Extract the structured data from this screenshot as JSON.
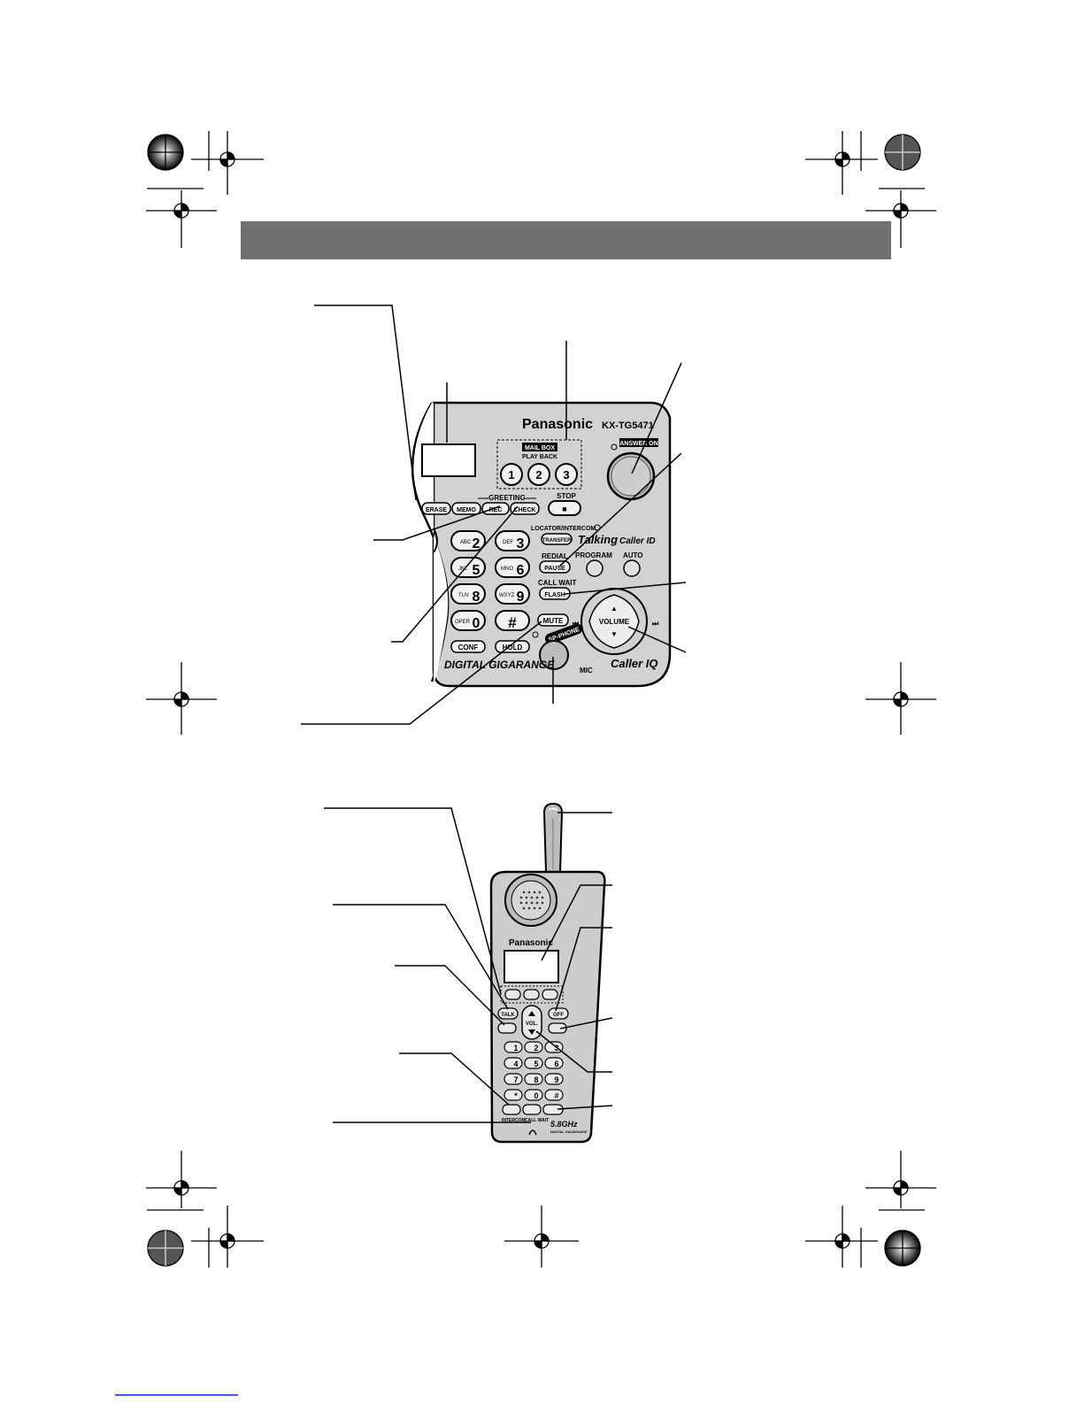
{
  "base_unit": {
    "brand": "Panasonic",
    "model": "KX-TG5471",
    "mailbox_title": "MAIL BOX",
    "playback_label": "PLAY BACK",
    "mailbox_buttons": [
      "1",
      "2",
      "3"
    ],
    "answer_on_label": "ANSWER ON",
    "stop_label": "STOP",
    "stop_symbol": "■",
    "greeting_label": "GREETING",
    "erase_label": "ERASE",
    "memo_label": "MEMO",
    "rec_label": "REC",
    "check_label": "CHECK",
    "keypad": [
      {
        "letters": "ABC",
        "digit": "2"
      },
      {
        "letters": "DEF",
        "digit": "3"
      },
      {
        "letters": "JKL",
        "digit": "5"
      },
      {
        "letters": "MNO",
        "digit": "6"
      },
      {
        "letters": "TUV",
        "digit": "8"
      },
      {
        "letters": "WXYZ",
        "digit": "9"
      },
      {
        "letters": "OPER",
        "digit": "0"
      },
      {
        "letters": "",
        "digit": "#"
      }
    ],
    "locator_label": "LOCATOR/INTERCOM",
    "transfer_label": "TRANSFER",
    "talking_label": "Talking",
    "caller_id_label": "Caller ID",
    "redial_label": "REDIAL",
    "pause_label": "PAUSE",
    "program_label": "PROGRAM",
    "auto_label": "AUTO",
    "call_wait_label": "CALL WAIT",
    "flash_label": "FLASH",
    "mute_label": "MUTE",
    "volume_label": "VOLUME",
    "vol_up": "▲",
    "vol_down": "▼",
    "skip_back": "⏮",
    "skip_fwd": "⏭",
    "conf_label": "CONF",
    "hold_label": "HOLD",
    "spphone_label": "SP-PHONE",
    "mic_label": "MIC",
    "range_label": "DIGITAL GIGARANGE",
    "caller_iq_label": "Caller IQ"
  },
  "handset": {
    "brand": "Panasonic",
    "talk_label": "TALK",
    "off_label": "OFF",
    "vol_label": "VOL.",
    "keys": [
      "1",
      "2",
      "3",
      "4",
      "5",
      "6",
      "7",
      "8",
      "9",
      "*",
      "0",
      "#"
    ],
    "intercom_label": "INTERCOM",
    "call_wait_label": "CALL WAIT",
    "freq_label": "5.8GHz",
    "range_label": "DIGITAL GIGARANGE"
  },
  "colors": {
    "header_bar": "#707070",
    "device_fill": "#cfcfcf",
    "device_dark": "#9a9a9a",
    "key_fill": "#f2f2f2"
  }
}
